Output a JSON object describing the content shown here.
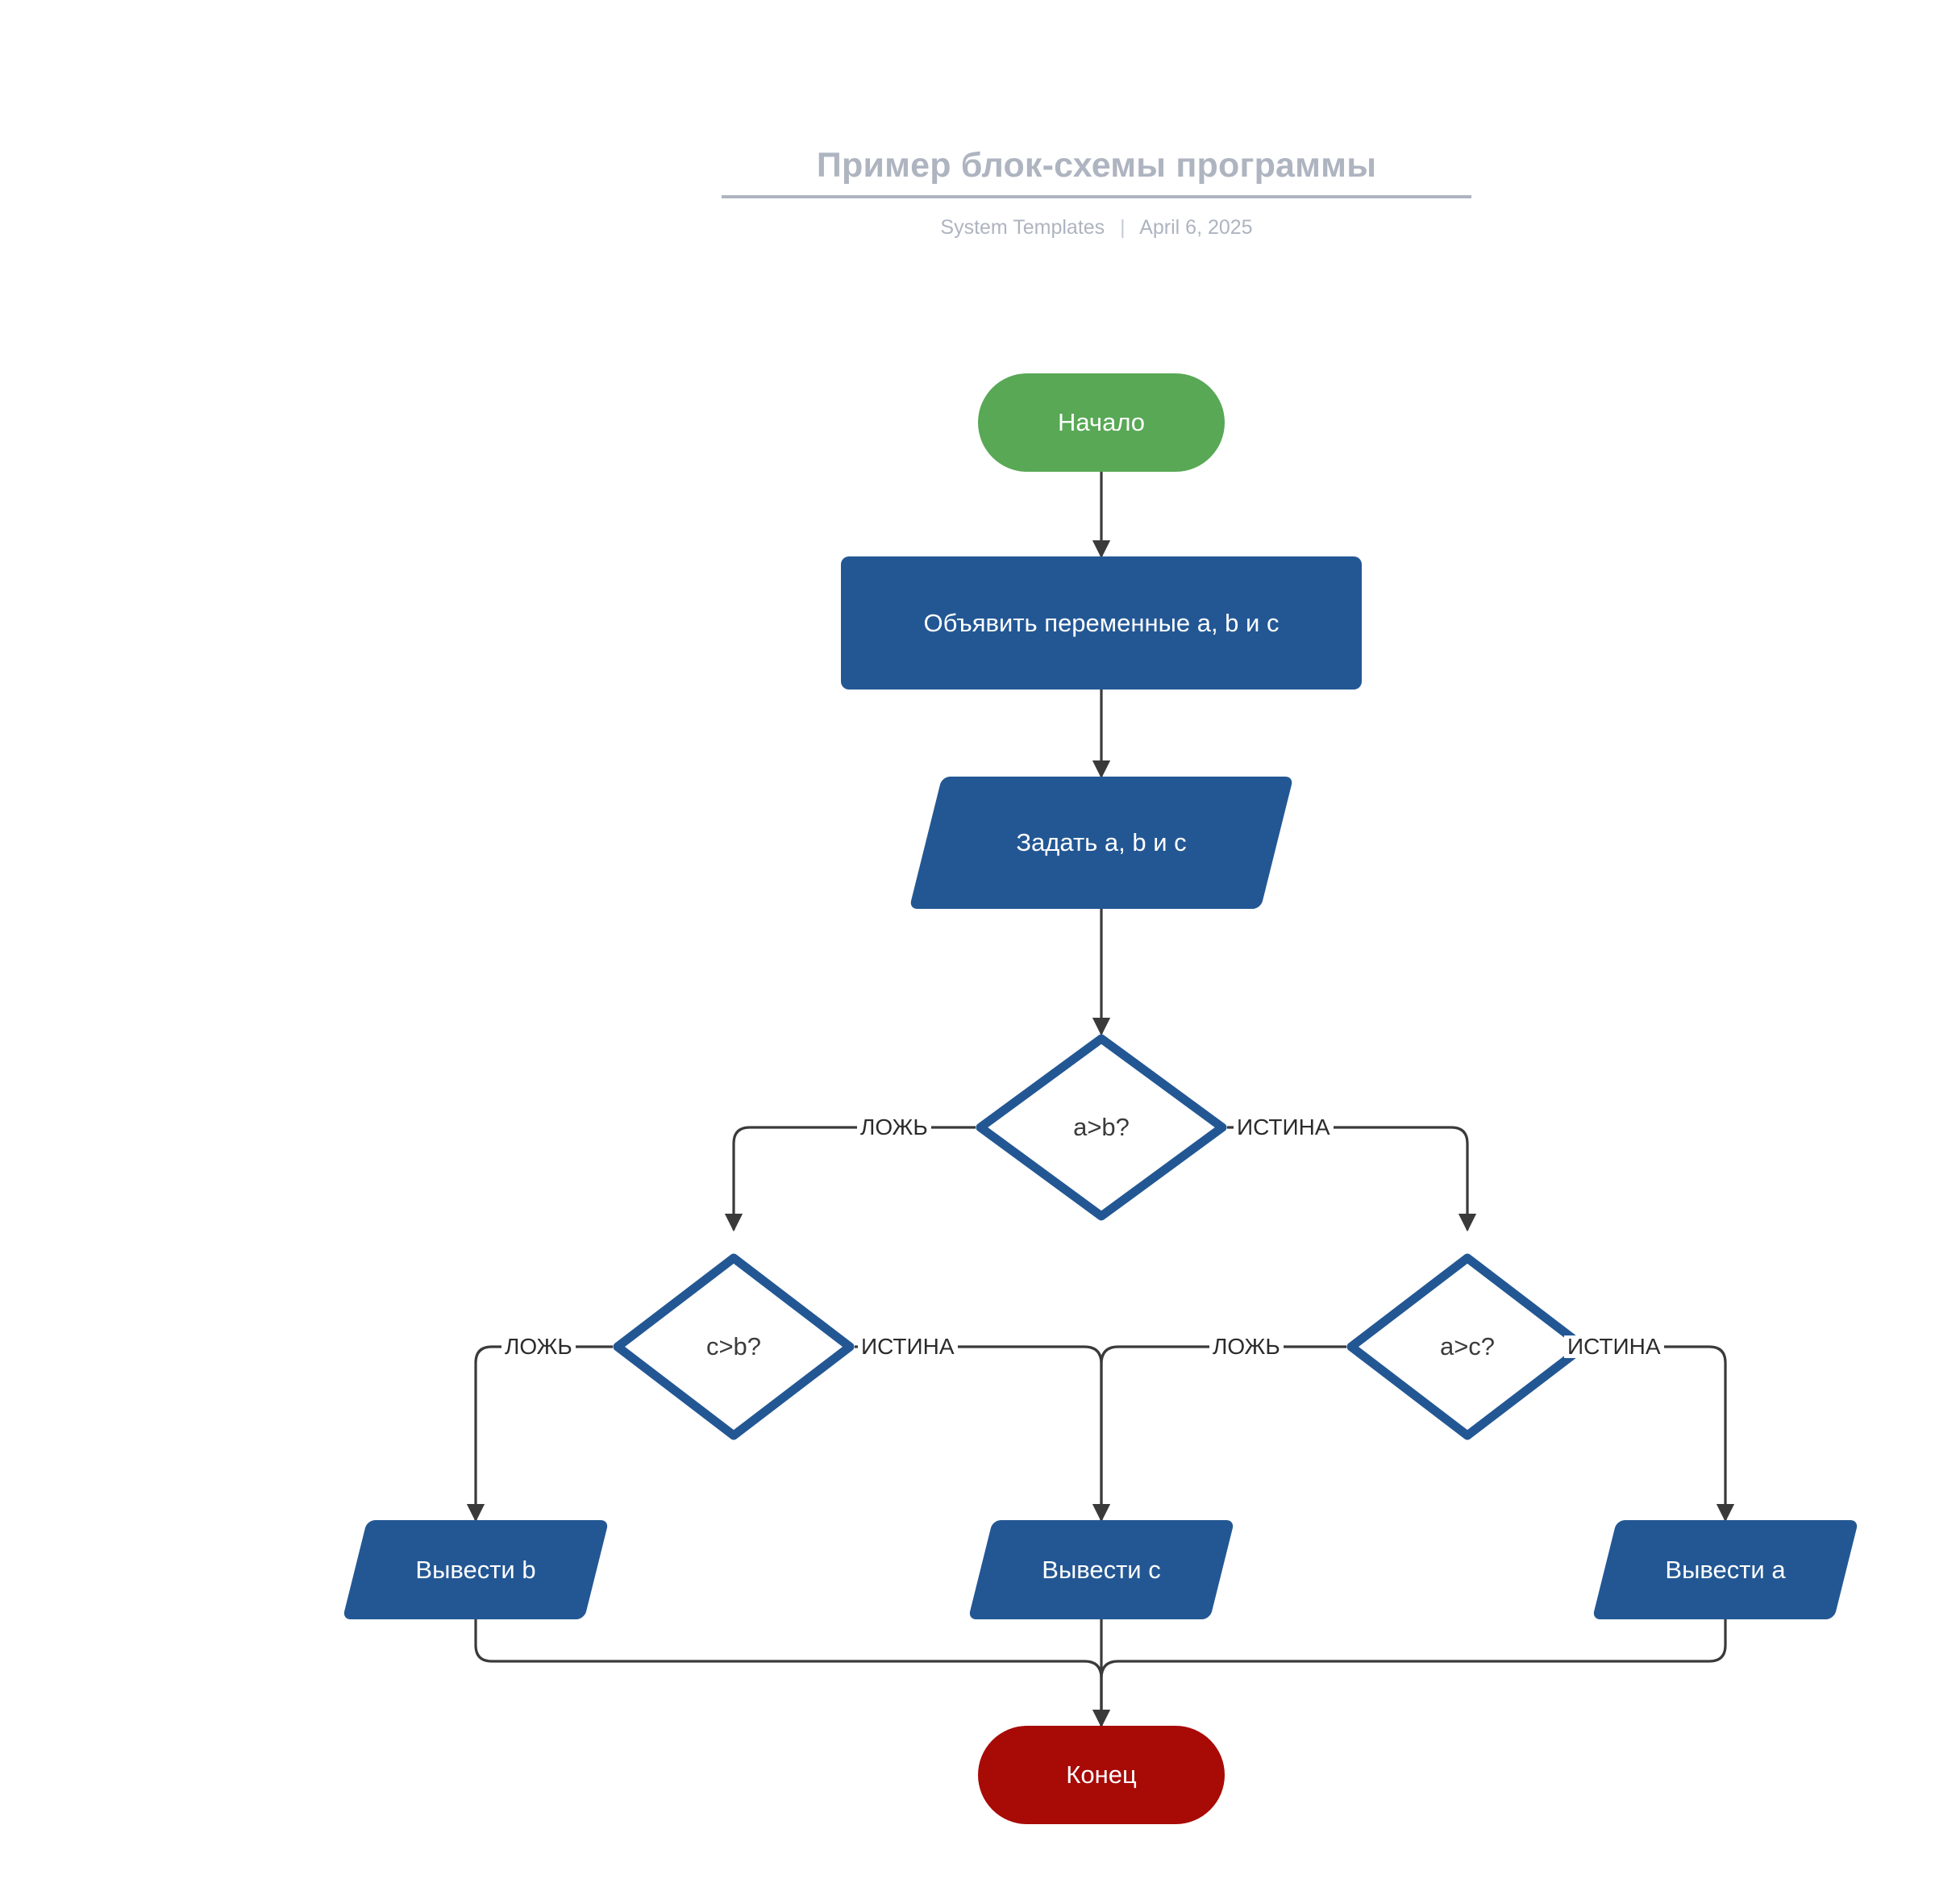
{
  "header": {
    "title": "Пример блок-схемы программы",
    "source": "System Templates",
    "separator": "|",
    "date": "April 6, 2025"
  },
  "colors": {
    "start_fill": "#58a855",
    "end_fill": "#a80a06",
    "process_fill": "#235794",
    "io_fill": "#235794",
    "decision_stroke": "#235794",
    "decision_fill": "#ffffff",
    "connector": "#3a3a3a",
    "title_text": "#aeb4c0",
    "node_text": "#ffffff",
    "decision_text": "#3b3b3b",
    "label_text": "#2b2b2b"
  },
  "flowchart": {
    "nodes": {
      "start": {
        "label": "Начало",
        "type": "terminator"
      },
      "declare": {
        "label": "Объявить переменные a, b и c",
        "type": "process"
      },
      "set": {
        "label": "Задать a, b и c",
        "type": "input-output"
      },
      "decision_ab": {
        "label": "a>b?",
        "type": "decision"
      },
      "decision_cb": {
        "label": "c>b?",
        "type": "decision"
      },
      "decision_ac": {
        "label": "a>c?",
        "type": "decision"
      },
      "print_b": {
        "label": "Вывести b",
        "type": "input-output"
      },
      "print_c": {
        "label": "Вывести c",
        "type": "input-output"
      },
      "print_a": {
        "label": "Вывести a",
        "type": "input-output"
      },
      "end": {
        "label": "Конец",
        "type": "terminator"
      }
    },
    "edge_labels": {
      "ab_false": "ЛОЖЬ",
      "ab_true": "ИСТИНА",
      "cb_false": "ЛОЖЬ",
      "cb_true": "ИСТИНА",
      "ac_false": "ЛОЖЬ",
      "ac_true": "ИСТИНА"
    }
  }
}
